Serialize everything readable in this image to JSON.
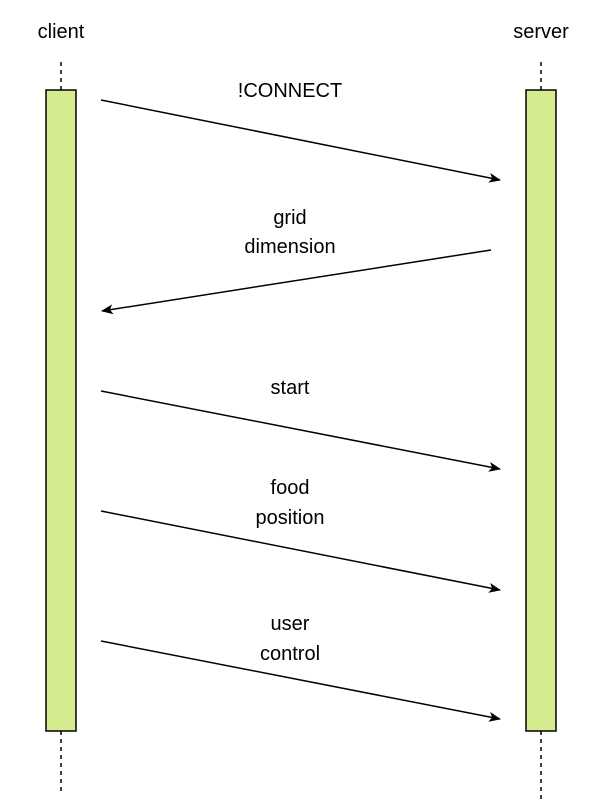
{
  "participants": {
    "client": {
      "label": "client"
    },
    "server": {
      "label": "server"
    }
  },
  "messages": [
    {
      "from": "client",
      "to": "server",
      "label_lines": [
        "!CONNECT"
      ]
    },
    {
      "from": "server",
      "to": "client",
      "label_lines": [
        "grid",
        "dimension"
      ]
    },
    {
      "from": "client",
      "to": "server",
      "label_lines": [
        "start"
      ]
    },
    {
      "from": "client",
      "to": "server",
      "label_lines": [
        "food",
        "position"
      ]
    },
    {
      "from": "client",
      "to": "server",
      "label_lines": [
        "user",
        "control"
      ]
    }
  ],
  "colors": {
    "activation_fill": "#d4ec8e",
    "activation_stroke": "#000000",
    "line": "#000000",
    "text": "#000000"
  }
}
